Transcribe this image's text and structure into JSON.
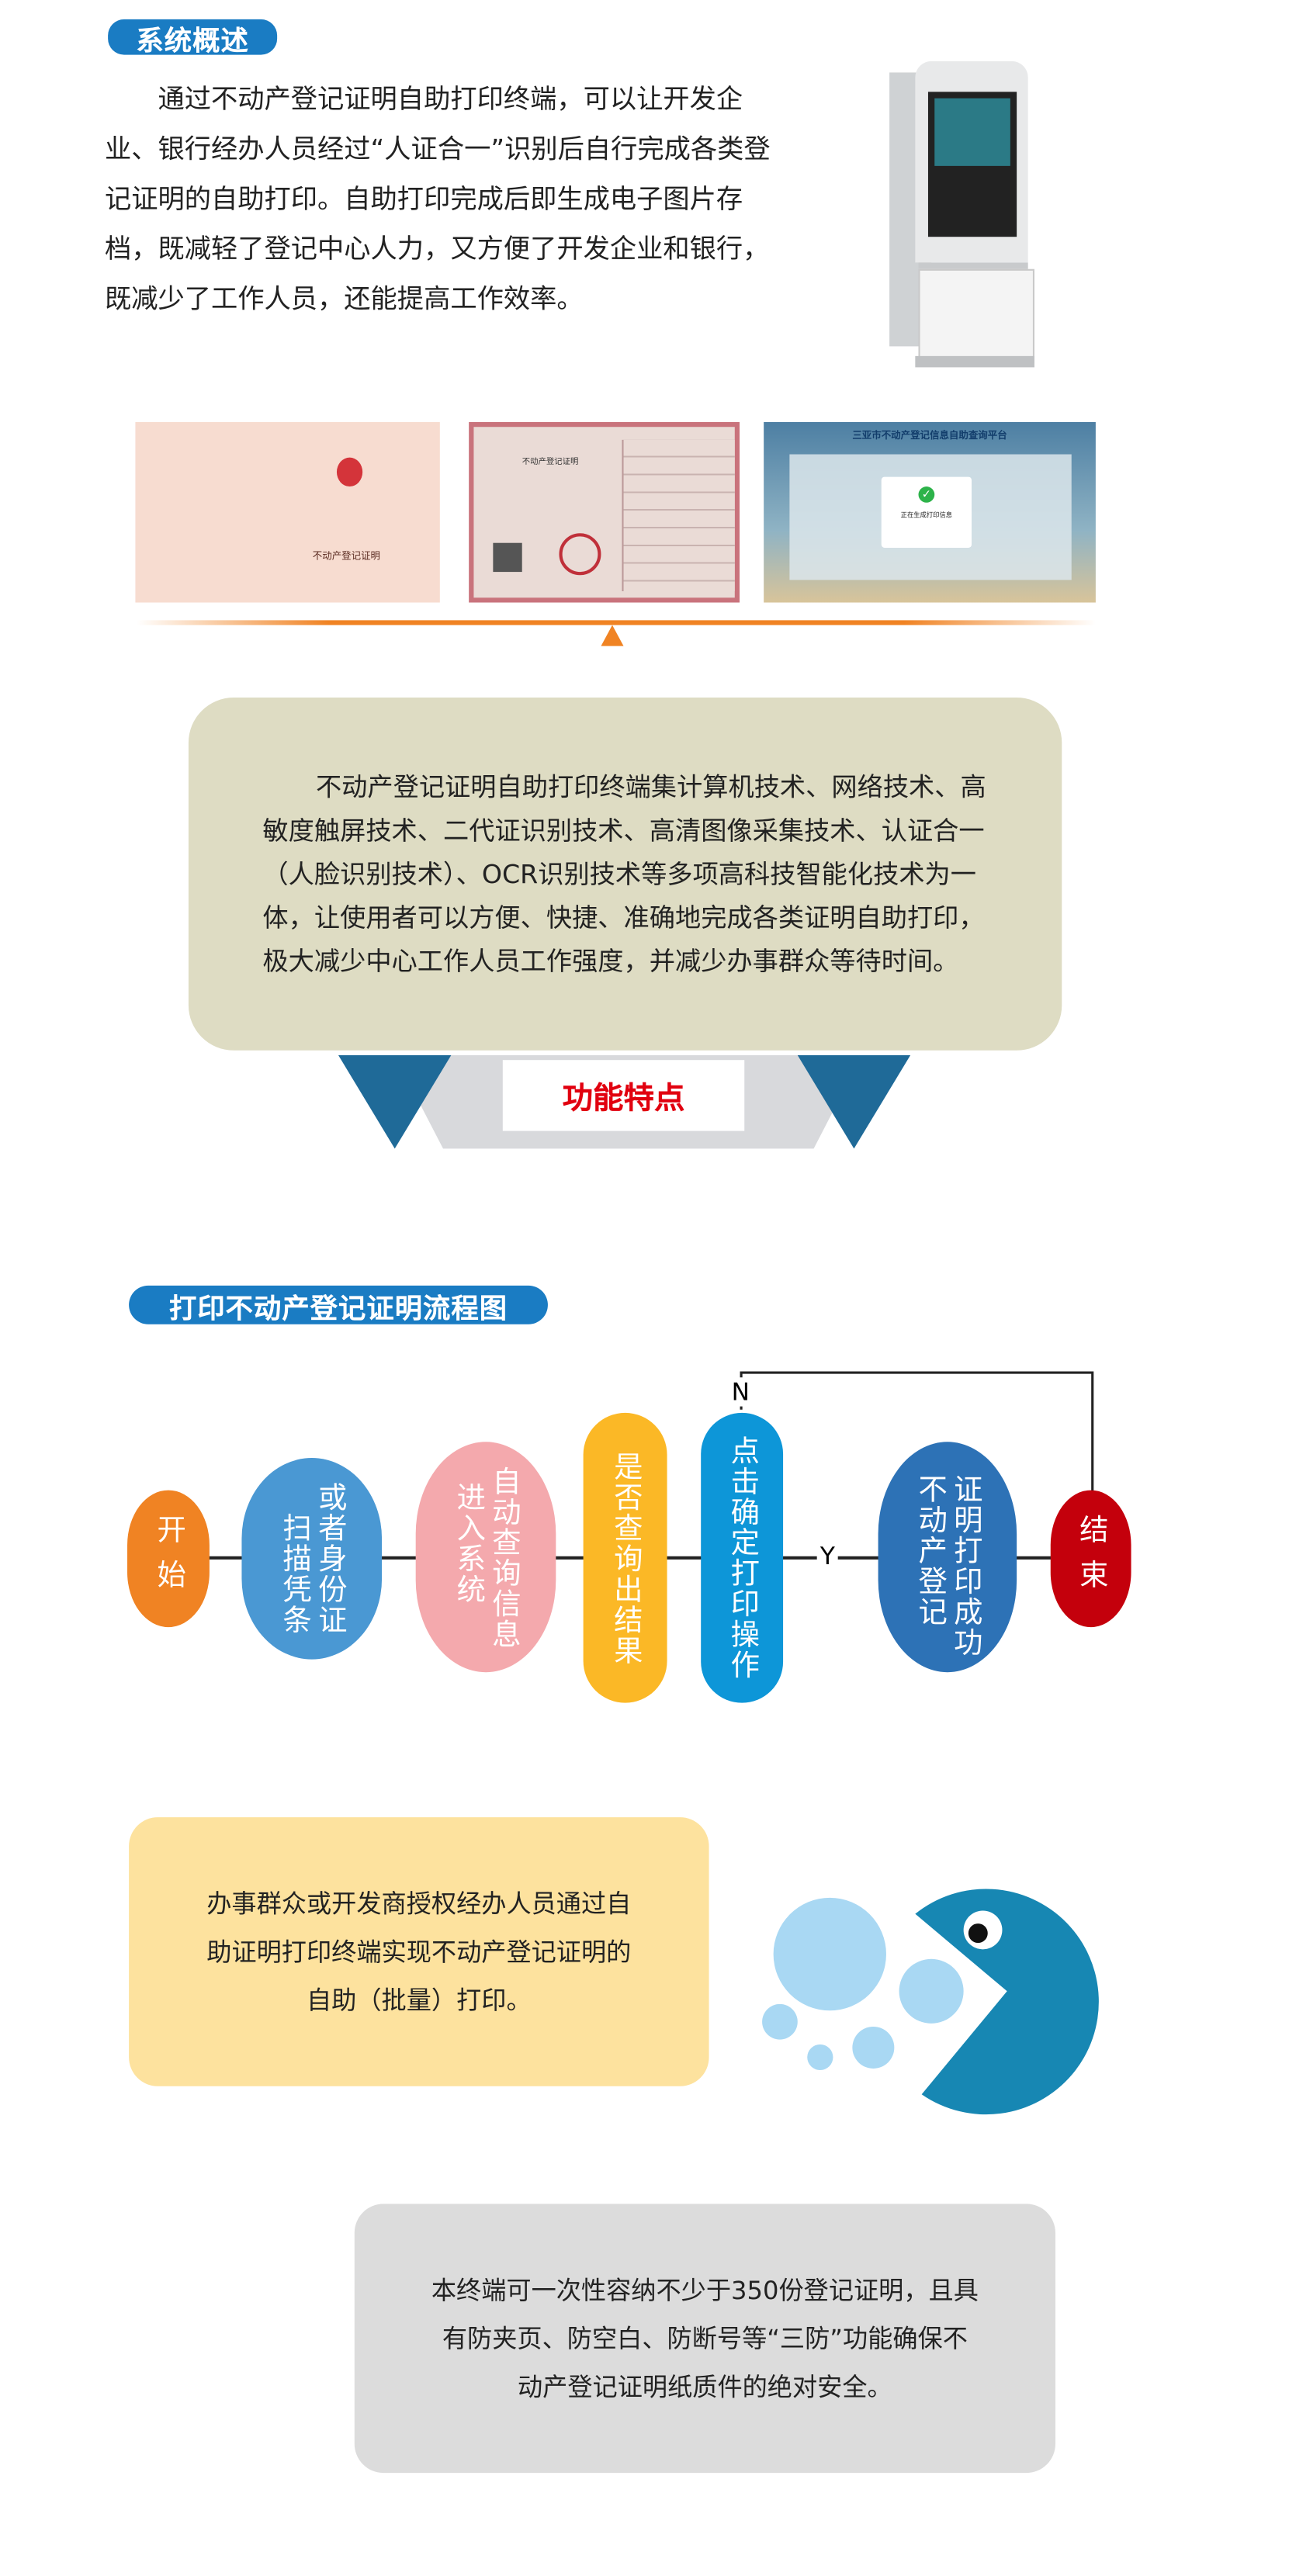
{
  "overview": {
    "title": "系统概述",
    "paragraph": "通过不动产登记证明自助打印终端，可以让开发企业、银行经办人员经过“人证合一”识别后自行完成各类登记证明的自助打印。自助打印完成后即生成电子图片存档，既减轻了登记中心人力，又方便了开发企业和银行，既减少了工作人员，还能提高工作效率。"
  },
  "photos": {
    "certificate_cover_text": "不动产登记证明",
    "certificate_inner_title": "不动产登记证明",
    "screen_title": "三亚市不动产登记信息自助查询平台",
    "screen_dialog_text": "正在生成打印信息"
  },
  "features": {
    "paragraph": "不动产登记证明自助打印终端集计算机技术、网络技术、高敏度触屏技术、二代证识别技术、高清图像采集技术、认证合一（人脸识别技术）、OCR识别技术等多项高科技智能化技术为一体，让使用者可以方便、快捷、准确地完成各类证明自助打印，极大减少中心工作人员工作强度，并减少办事群众等待时间。",
    "label": "功能特点"
  },
  "flow": {
    "title": "打印不动产登记证明流程图",
    "nodes": [
      {
        "cols": [
          "开始"
        ],
        "color": "#f08323"
      },
      {
        "cols": [
          "扫描凭条",
          "或者身份证"
        ],
        "color": "#4a98d3"
      },
      {
        "cols": [
          "进入系统",
          "自动查询信息"
        ],
        "color": "#f4a9ad"
      },
      {
        "cols": [
          "是否查询出结果"
        ],
        "color": "#fbb826"
      },
      {
        "cols": [
          "点击确定打印操作"
        ],
        "color": "#0d96d8"
      },
      {
        "cols": [
          "不动产登记",
          "证明打印成功"
        ],
        "color": "#2d72b6"
      },
      {
        "cols": [
          "结束"
        ],
        "color": "#c4000c"
      }
    ],
    "no_label": "N",
    "yes_label": "Y"
  },
  "info_yellow": {
    "lines": [
      "办事群众或开发商授权经办人员通过自",
      "助证明打印终端实现不动产登记证明的",
      "自助（批量）打印。"
    ],
    "color": "#fde29e"
  },
  "info_grey": {
    "lines": [
      "本终端可一次性容纳不少于350份登记证明，且具",
      "有防夹页、防空白、防断号等“三防”功能确保不",
      "动产登记证明纸质件的绝对安全。"
    ],
    "color": "#dcdcdc"
  },
  "colors": {
    "accent_blue": "#1a7cc3",
    "feature_box": "#dedcc3",
    "feature_label": "#e1000f",
    "orange_line": "#f08323"
  }
}
